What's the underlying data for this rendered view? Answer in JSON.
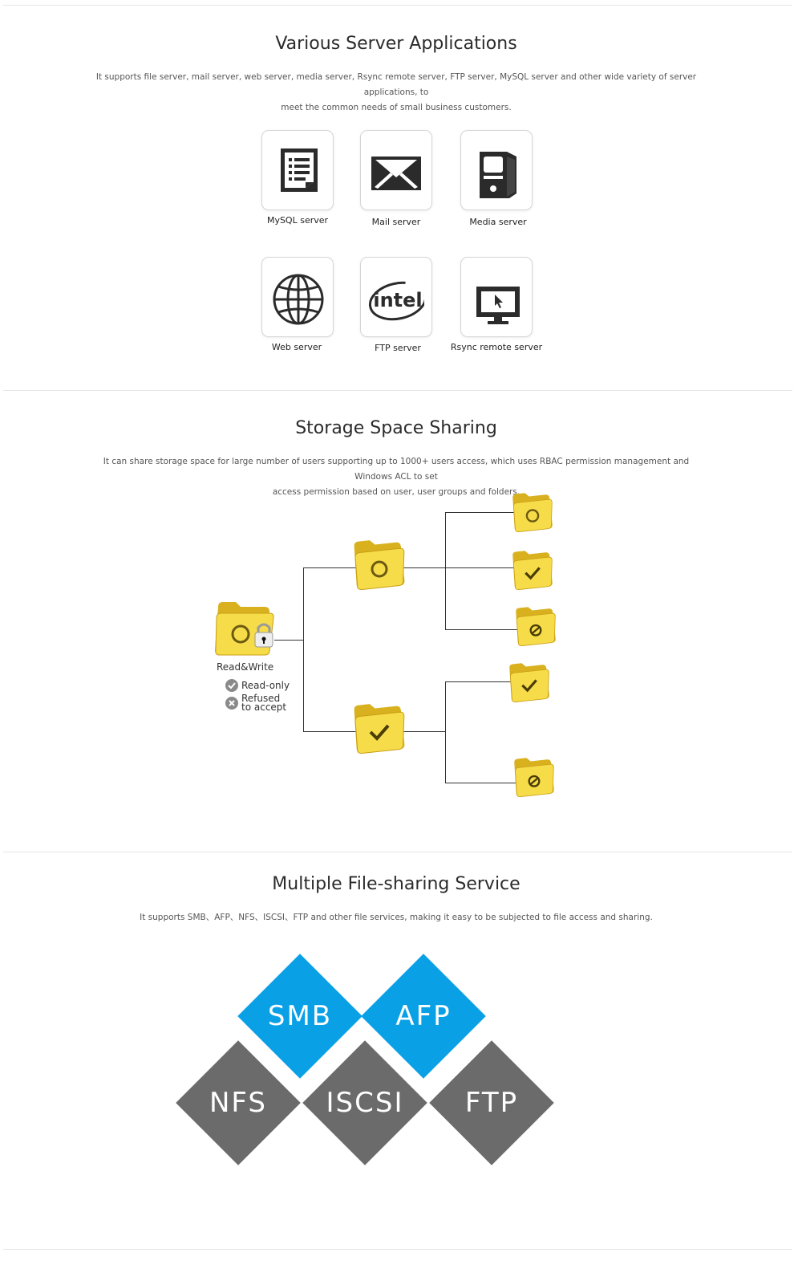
{
  "apps": {
    "title": "Various Server Applications",
    "description_line1": "It supports file server, mail server, web server, media server, Rsync remote server, FTP server, MySQL server and other wide variety of server applications, to",
    "description_line2": "meet the common needs of small business customers.",
    "items": [
      {
        "label": "MySQL server",
        "icon": "document-list-icon"
      },
      {
        "label": "Mail server",
        "icon": "envelope-icon"
      },
      {
        "label": "Media server",
        "icon": "tower-pc-icon"
      },
      {
        "label": "Web server",
        "icon": "globe-icon"
      },
      {
        "label": "FTP server",
        "icon": "intel-logo-icon",
        "logo_text": "intel"
      },
      {
        "label": "Rsync remote server",
        "icon": "monitor-cursor-icon"
      }
    ]
  },
  "sharing": {
    "title": "Storage Space Sharing",
    "description_line1": "It can share storage space for large number of users supporting up to 1000+ users access, which uses RBAC permission management and Windows ACL to set",
    "description_line2": "access permission based on user, user groups and folders.",
    "legend": {
      "read_write": "Read&Write",
      "read_only": "Read-only",
      "refused_line1": "Refused",
      "refused_line2": "to accept"
    },
    "folder_color": "#f5d63a"
  },
  "protocols": {
    "title": "Multiple File-sharing Service",
    "description": "It supports SMB、AFP、NFS、ISCSI、FTP and other file services, making it easy to be subjected to file access and sharing.",
    "items": [
      {
        "label": "SMB",
        "color": "#0aa0e6"
      },
      {
        "label": "AFP",
        "color": "#0aa0e6"
      },
      {
        "label": "NFS",
        "color": "#6b6b6b"
      },
      {
        "label": "ISCSI",
        "color": "#6b6b6b"
      },
      {
        "label": "FTP",
        "color": "#6b6b6b"
      }
    ]
  }
}
